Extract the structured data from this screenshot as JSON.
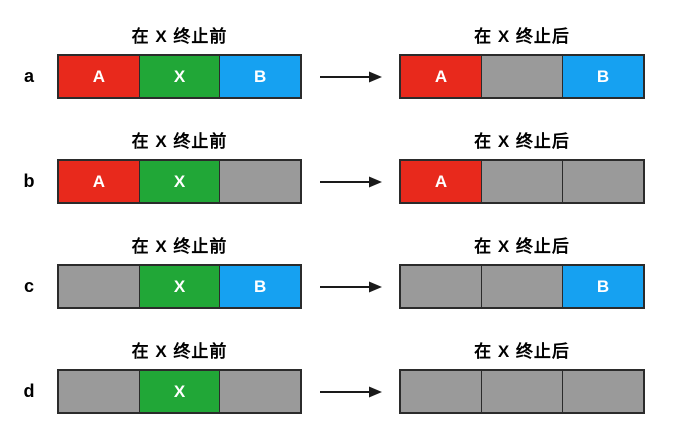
{
  "colors": {
    "red": "#e8291c",
    "green": "#21a737",
    "blue": "#16a1f1",
    "gray": "#9a9a9a",
    "border": "#2b2b2b",
    "block_text": "#ffffff",
    "label_text": "#000000",
    "arrow": "#1a1a1a",
    "background": "#ffffff"
  },
  "rows": [
    {
      "label": "a",
      "before": {
        "title": "在 X 终止前",
        "segments": [
          {
            "text": "A",
            "color": "red"
          },
          {
            "text": "X",
            "color": "green"
          },
          {
            "text": "B",
            "color": "blue"
          }
        ]
      },
      "after": {
        "title": "在 X 终止后",
        "segments": [
          {
            "text": "A",
            "color": "red"
          },
          {
            "text": "",
            "color": "gray"
          },
          {
            "text": "B",
            "color": "blue"
          }
        ]
      }
    },
    {
      "label": "b",
      "before": {
        "title": "在 X 终止前",
        "segments": [
          {
            "text": "A",
            "color": "red"
          },
          {
            "text": "X",
            "color": "green"
          },
          {
            "text": "",
            "color": "gray"
          }
        ]
      },
      "after": {
        "title": "在 X 终止后",
        "segments": [
          {
            "text": "A",
            "color": "red"
          },
          {
            "text": "",
            "color": "gray"
          },
          {
            "text": "",
            "color": "gray"
          }
        ]
      }
    },
    {
      "label": "c",
      "before": {
        "title": "在 X 终止前",
        "segments": [
          {
            "text": "",
            "color": "gray"
          },
          {
            "text": "X",
            "color": "green"
          },
          {
            "text": "B",
            "color": "blue"
          }
        ]
      },
      "after": {
        "title": "在 X 终止后",
        "segments": [
          {
            "text": "",
            "color": "gray"
          },
          {
            "text": "",
            "color": "gray"
          },
          {
            "text": "B",
            "color": "blue"
          }
        ]
      }
    },
    {
      "label": "d",
      "before": {
        "title": "在 X 终止前",
        "segments": [
          {
            "text": "",
            "color": "gray"
          },
          {
            "text": "X",
            "color": "green"
          },
          {
            "text": "",
            "color": "gray"
          }
        ]
      },
      "after": {
        "title": "在 X 终止后",
        "segments": [
          {
            "text": "",
            "color": "gray"
          },
          {
            "text": "",
            "color": "gray"
          },
          {
            "text": "",
            "color": "gray"
          }
        ]
      }
    }
  ]
}
